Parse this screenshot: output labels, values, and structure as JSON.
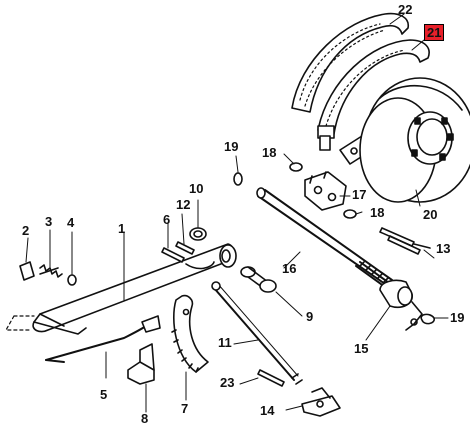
{
  "colors": {
    "ink": "#111111",
    "highlight": "#e8202a",
    "background": "#ffffff"
  },
  "highlighted_part": "21",
  "callouts": {
    "p1": "1",
    "p2": "2",
    "p3": "3",
    "p4": "4",
    "p5": "5",
    "p6": "6",
    "p7": "7",
    "p8": "8",
    "p9": "9",
    "p10": "10",
    "p11": "11",
    "p12": "12",
    "p13": "13",
    "p14": "14",
    "p15": "15",
    "p16": "16",
    "p17": "17",
    "p18a": "18",
    "p18b": "18",
    "p19a": "19",
    "p19b": "19",
    "p20": "20",
    "p21": "21",
    "p22": "22",
    "p23": "23"
  }
}
